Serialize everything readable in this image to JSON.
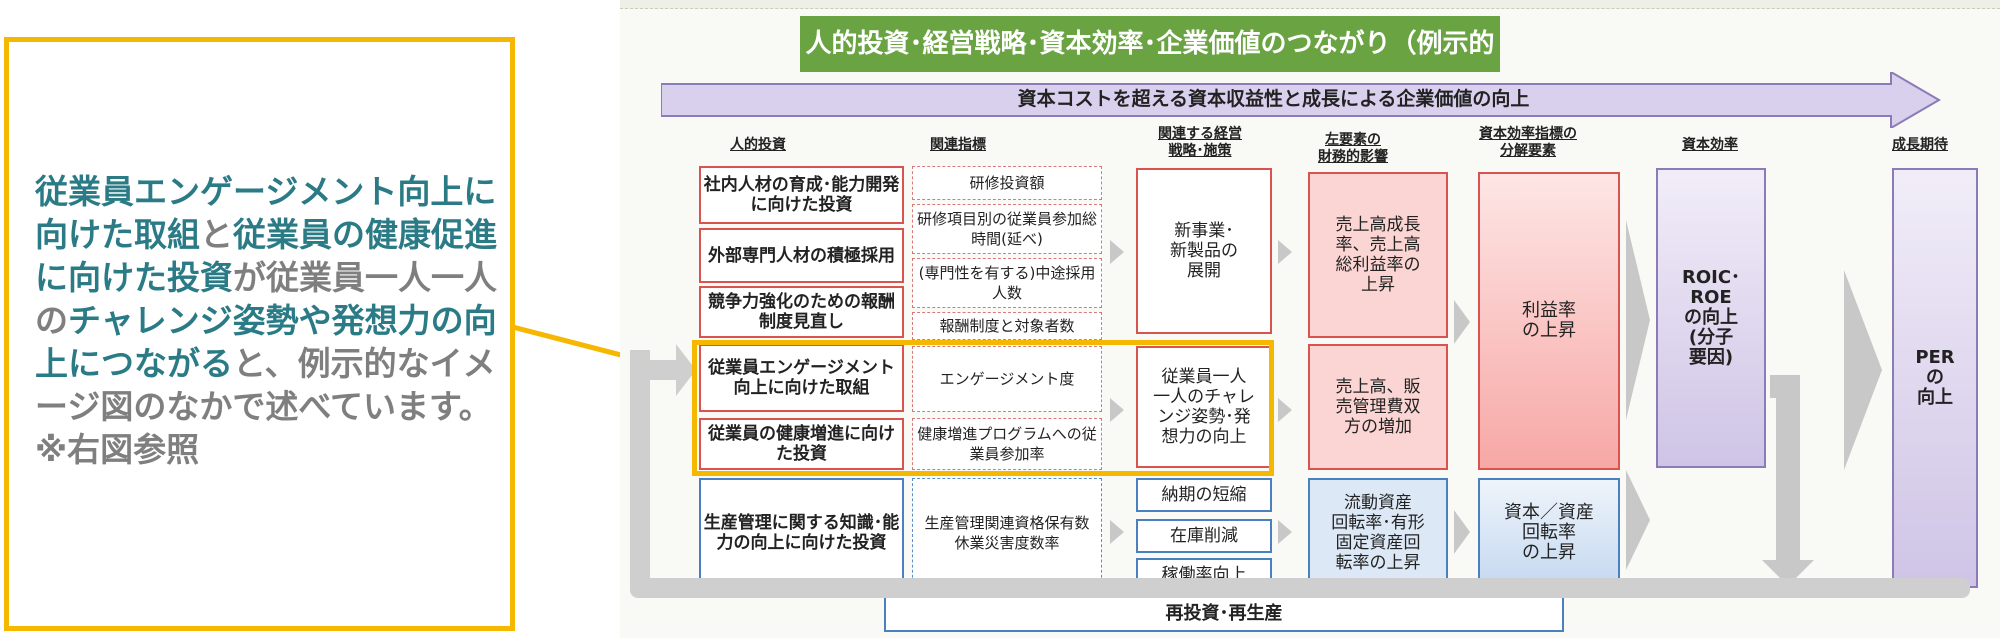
{
  "callout": {
    "segments": [
      {
        "text": "従業員エンゲージメント向上に向けた取組",
        "highlight": true
      },
      {
        "text": "と",
        "highlight": false
      },
      {
        "text": "従業員の健康促進に向けた投資",
        "highlight": true
      },
      {
        "text": "が従業員一人一人の",
        "highlight": false
      },
      {
        "text": "チャレンジ姿勢や発想力の向上につながる",
        "highlight": true
      },
      {
        "text": "と、例示的なイメージ図のなかで述べています。",
        "highlight": false
      }
    ],
    "note": "※右図参照"
  },
  "diagram": {
    "title": "人的投資･経営戦略･資本効率･企業価値のつながり（例示的なイメージ図）",
    "arrow_label": "資本コストを超える資本収益性と成長による企業価値の向上",
    "headers": {
      "jinteki": "人的投資",
      "kanren": "関連指標",
      "senryaku": "関連する経営\n戦略･施策",
      "zaimu": "左要素の\n財務的影響",
      "bunkai": "資本効率指標の\n分解要素",
      "shihon": "資本効率",
      "seicho": "成長期待"
    },
    "jinteki": [
      "社内人材の育成･能力開発に向けた投資",
      "外部専門人材の積極採用",
      "競争力強化のための報酬制度見直し",
      "従業員エンゲージメント向上に向けた取組",
      "従業員の健康増進に向けた投資",
      "生産管理に関する知識･能力の向上に向けた投資"
    ],
    "kanren": [
      "研修投資額",
      "研修項目別の従業員参加総時間(延べ)",
      "(専門性を有する)中途採用人数",
      "報酬制度と対象者数",
      "エンゲージメント度",
      "健康増進プログラムへの従業員参加率",
      "生産管理関連資格保有数\n休業災害度数率"
    ],
    "senryaku": [
      "新事業･\n新製品の\n展開",
      "従業員一人\n一人のチャレ\nンジ姿勢･発\n想力の向上",
      "納期の短縮",
      "在庫削減",
      "稼働率向上"
    ],
    "zaimu": [
      "売上高成長\n率、売上高\n総利益率の\n上昇",
      "売上高、販\n売管理費双\n方の増加",
      "流動資産\n回転率･有形\n固定資産回\n転率の上昇"
    ],
    "bunkai": [
      "利益率\nの上昇",
      "資本／資産\n回転率\nの上昇"
    ],
    "shihon": "ROIC･\nROE\nの向上\n(分子\n要因)",
    "seicho": "PER\nの\n向上",
    "bottom": "再投資･再生産"
  }
}
